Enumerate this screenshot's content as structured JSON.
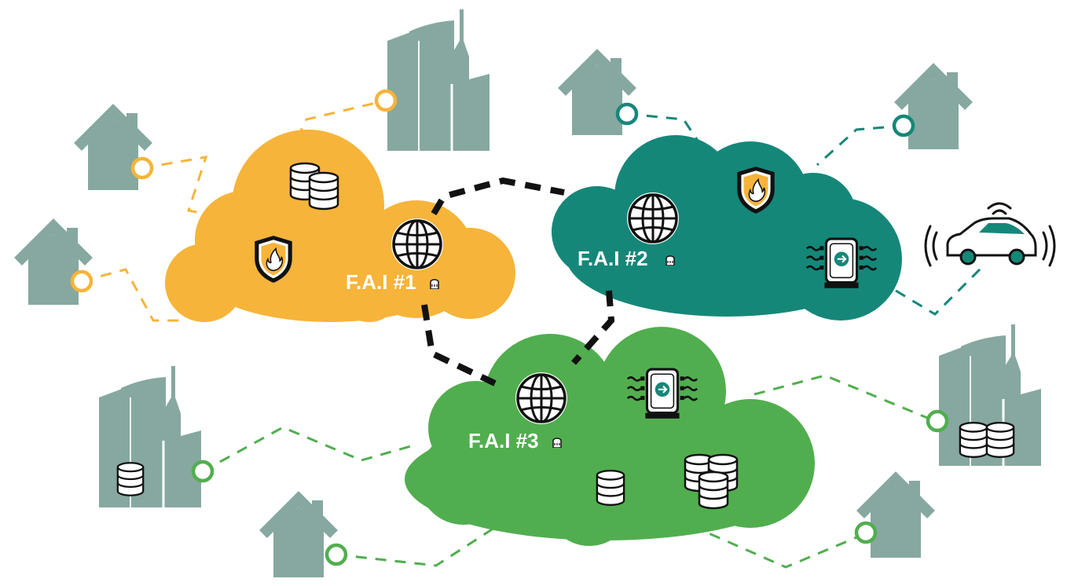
{
  "colors": {
    "isp1": "#F6B43A",
    "isp2": "#158779",
    "isp3": "#51AE4F",
    "building": "#86A8A0",
    "link": "#111111",
    "white": "#ffffff"
  },
  "isps": [
    {
      "id": "isp1",
      "label": "F.A.I #1",
      "icons": [
        "globe-icon",
        "database-icon",
        "firewall-shield-icon"
      ]
    },
    {
      "id": "isp2",
      "label": "F.A.I #2",
      "icons": [
        "globe-icon",
        "firewall-shield-icon",
        "router-switch-icon"
      ]
    },
    {
      "id": "isp3",
      "label": "F.A.I #3",
      "icons": [
        "globe-icon",
        "router-switch-icon",
        "database-icon"
      ]
    }
  ],
  "endpoints": {
    "houses": 6,
    "office_buildings": 3,
    "connected_car": 1
  },
  "interconnections": [
    {
      "from": "F.A.I #1",
      "to": "F.A.I #2"
    },
    {
      "from": "F.A.I #1",
      "to": "F.A.I #3"
    },
    {
      "from": "F.A.I #2",
      "to": "F.A.I #3"
    }
  ]
}
